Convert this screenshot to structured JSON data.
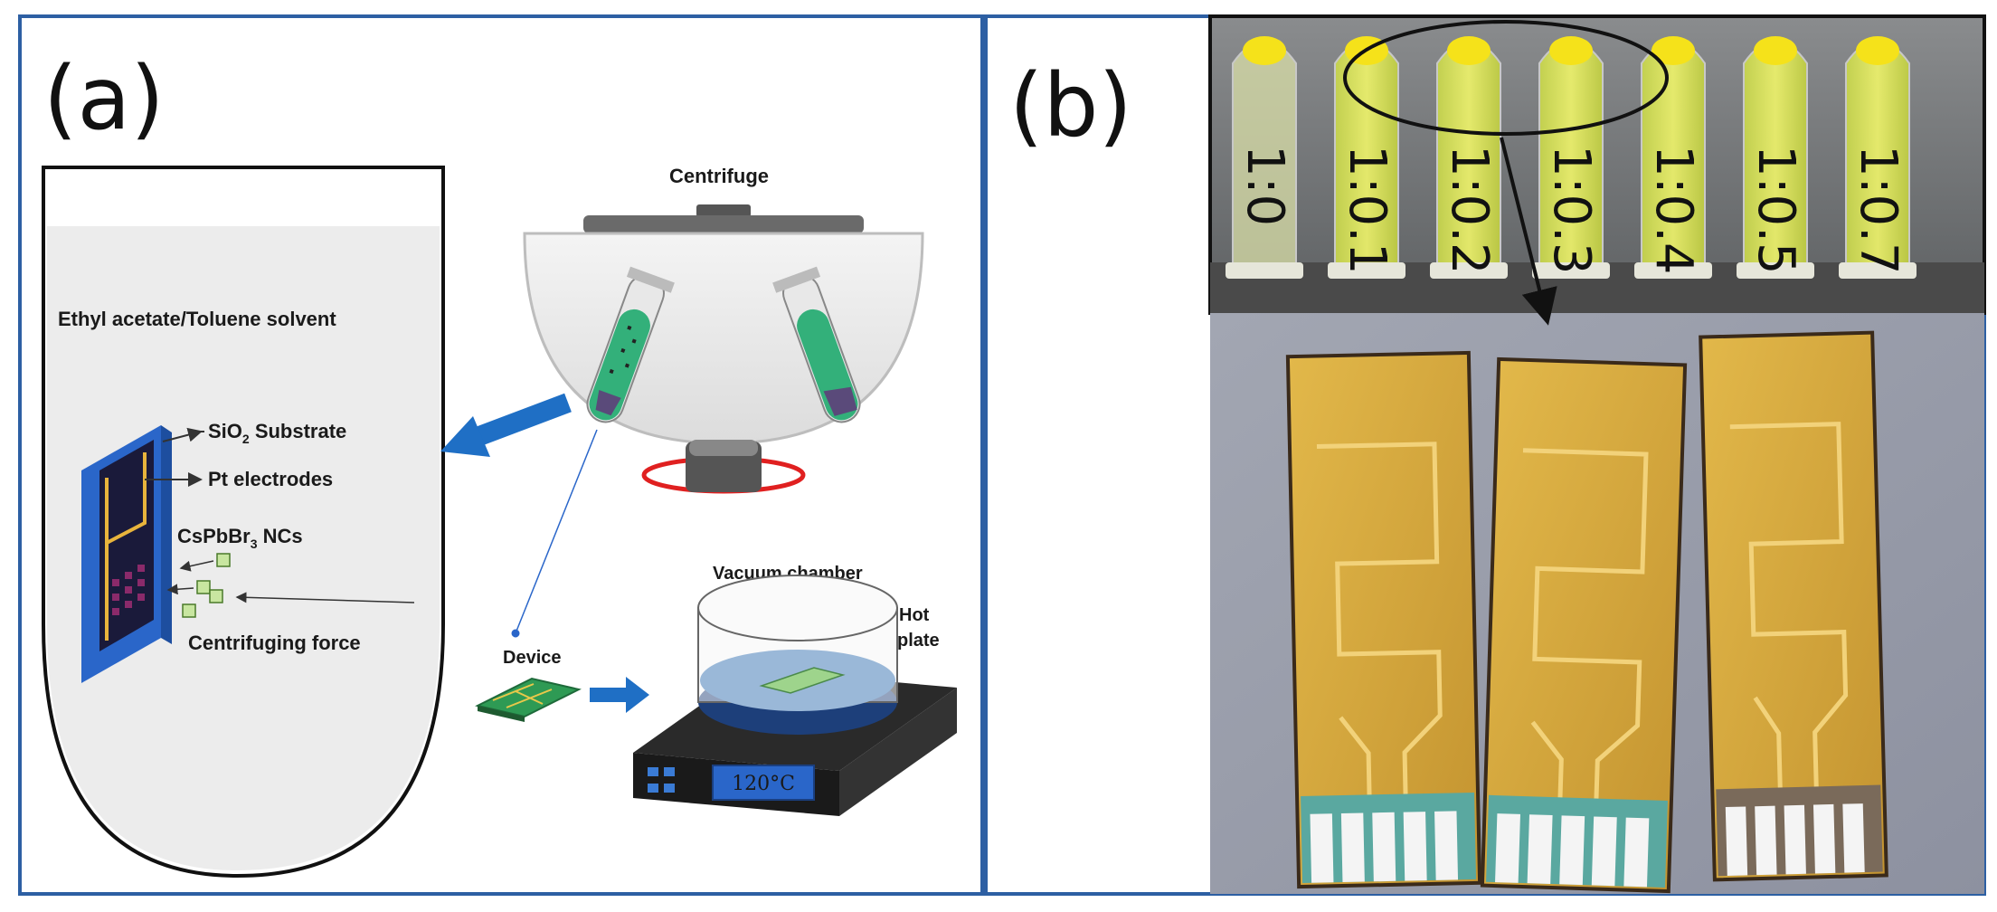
{
  "panel_a": {
    "label": "(a)",
    "centrifuge": "Centrifuge",
    "solvent": "Ethyl acetate/Toluene solvent",
    "substrate": "SiO",
    "substrate_sub": "2",
    "substrate_tail": " Substrate",
    "electrodes": "Pt electrodes",
    "ncs": "CsPbBr",
    "ncs_sub": "3",
    "ncs_tail": " NCs",
    "force": "Centrifuging force",
    "device": "Device",
    "vacuum": "Vacuum chamber",
    "hot": "Hot",
    "plate": "plate",
    "temperature": "120°C"
  },
  "panel_b": {
    "label": "(b)",
    "vials": [
      "1:0",
      "1:0.1",
      "1:0.2",
      "1:0.3",
      "1:0.4",
      "1:0.5",
      "1:0.7"
    ]
  },
  "colors": {
    "frame_blue": "#2d5fa3",
    "arrow_blue": "#1f6fc5",
    "centrifuge_red": "#e02020",
    "tube_green": "#33b07a",
    "substrate_blue": "#2a66c9",
    "vial_yellow": "#e8f03a",
    "device_gold": "#d6a83c"
  }
}
